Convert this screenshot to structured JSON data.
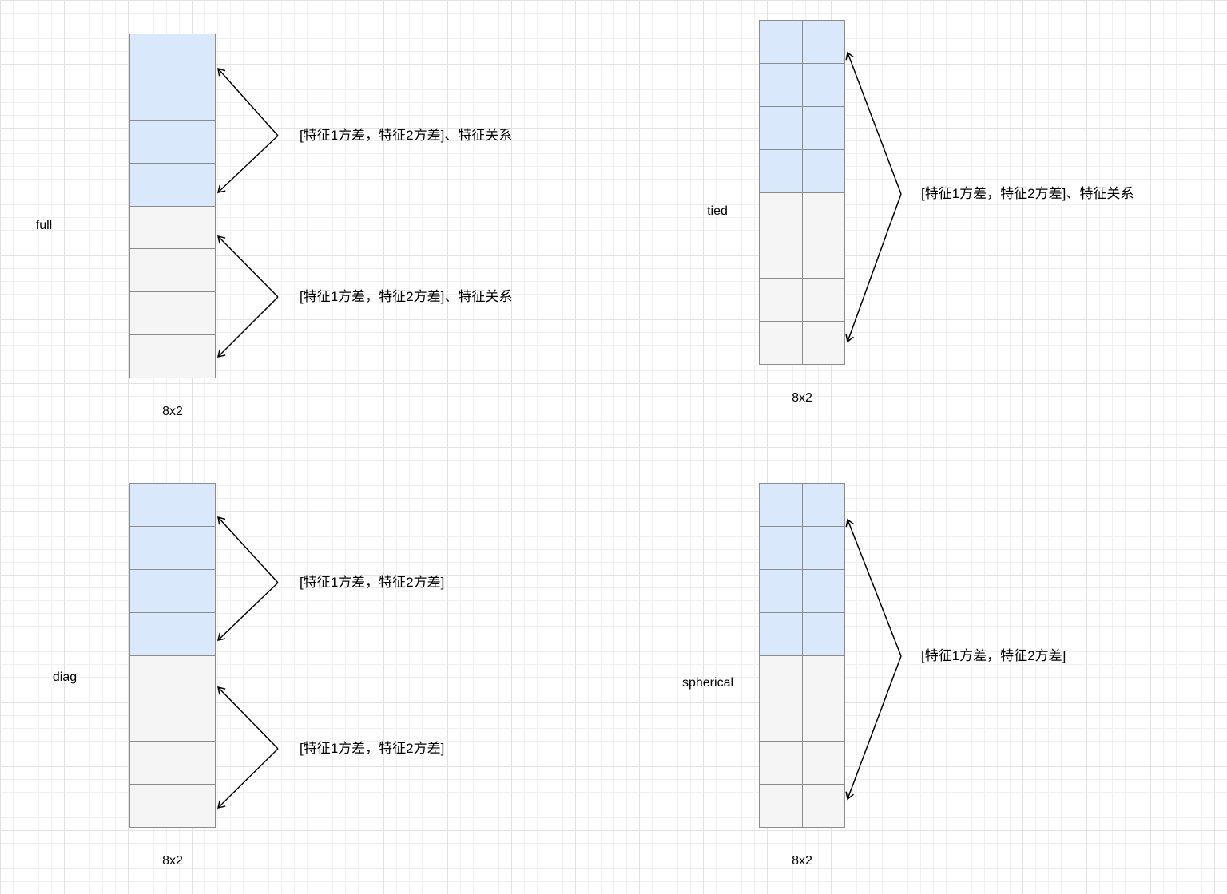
{
  "colors": {
    "cell_blue": "#dae8fc",
    "cell_gray": "#f5f5f5",
    "cell_border": "#8c8c8c",
    "arrow": "#000000",
    "text": "#000000"
  },
  "matrix": {
    "rows": 8,
    "cols": 2,
    "blue_rows": 4
  },
  "panels": [
    {
      "label": "full",
      "size_label": "8x2",
      "annotations": [
        {
          "text": "[特征1方差，特征2方差]、特征关系"
        },
        {
          "text": "[特征1方差，特征2方差]、特征关系"
        }
      ]
    },
    {
      "label": "tied",
      "size_label": "8x2",
      "annotations": [
        {
          "text": "[特征1方差，特征2方差]、特征关系"
        }
      ]
    },
    {
      "label": "diag",
      "size_label": "8x2",
      "annotations": [
        {
          "text": "[特征1方差，特征2方差]"
        },
        {
          "text": "[特征1方差，特征2方差]"
        }
      ]
    },
    {
      "label": "spherical",
      "size_label": "8x2",
      "annotations": [
        {
          "text": "[特征1方差，特征2方差]"
        }
      ]
    }
  ]
}
